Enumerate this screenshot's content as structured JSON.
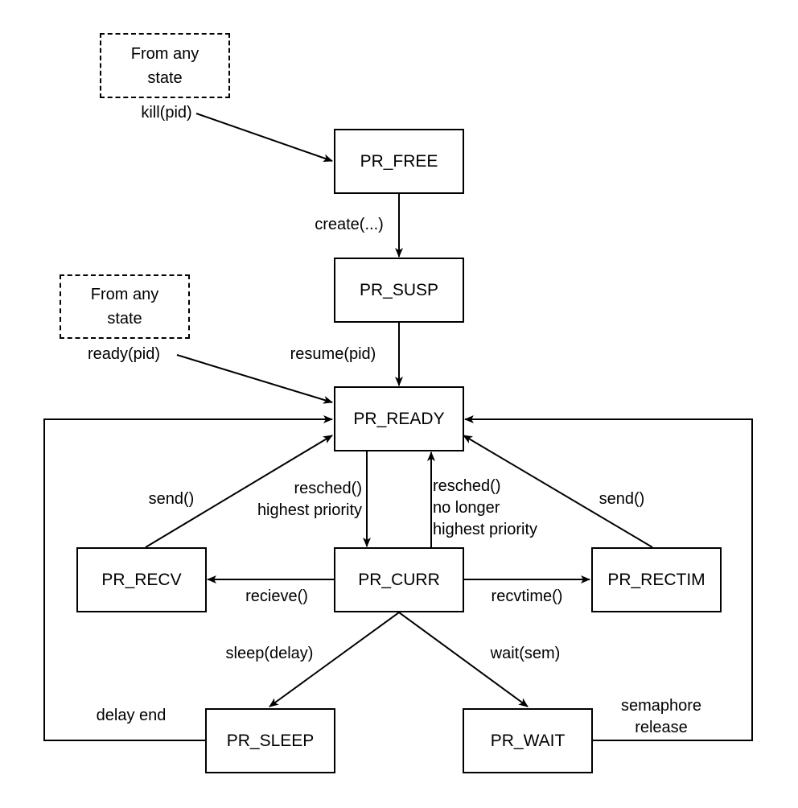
{
  "states": {
    "free": "PR_FREE",
    "susp": "PR_SUSP",
    "ready": "PR_READY",
    "curr": "PR_CURR",
    "recv": "PR_RECV",
    "rectim": "PR_RECTIM",
    "sleep": "PR_SLEEP",
    "wait": "PR_WAIT"
  },
  "notes": {
    "any_state_top": "From any\nstate",
    "any_state_mid": "From any\nstate"
  },
  "transitions": {
    "kill": "kill(pid)",
    "create": "create(...)",
    "ready_pid": "ready(pid)",
    "resume": "resume(pid)",
    "resched_highest": "resched()\nhighest priority",
    "resched_no_longer": "resched()\nno longer\nhighest priority",
    "send_left": "send()",
    "send_right": "send()",
    "recieve": "recieve()",
    "recvtime": "recvtime()",
    "sleep": "sleep(delay)",
    "wait": "wait(sem)",
    "delay_end": "delay end",
    "semaphore_release": "semaphore\nrelease"
  },
  "colors": {
    "stroke": "#000000",
    "background": "#ffffff"
  }
}
